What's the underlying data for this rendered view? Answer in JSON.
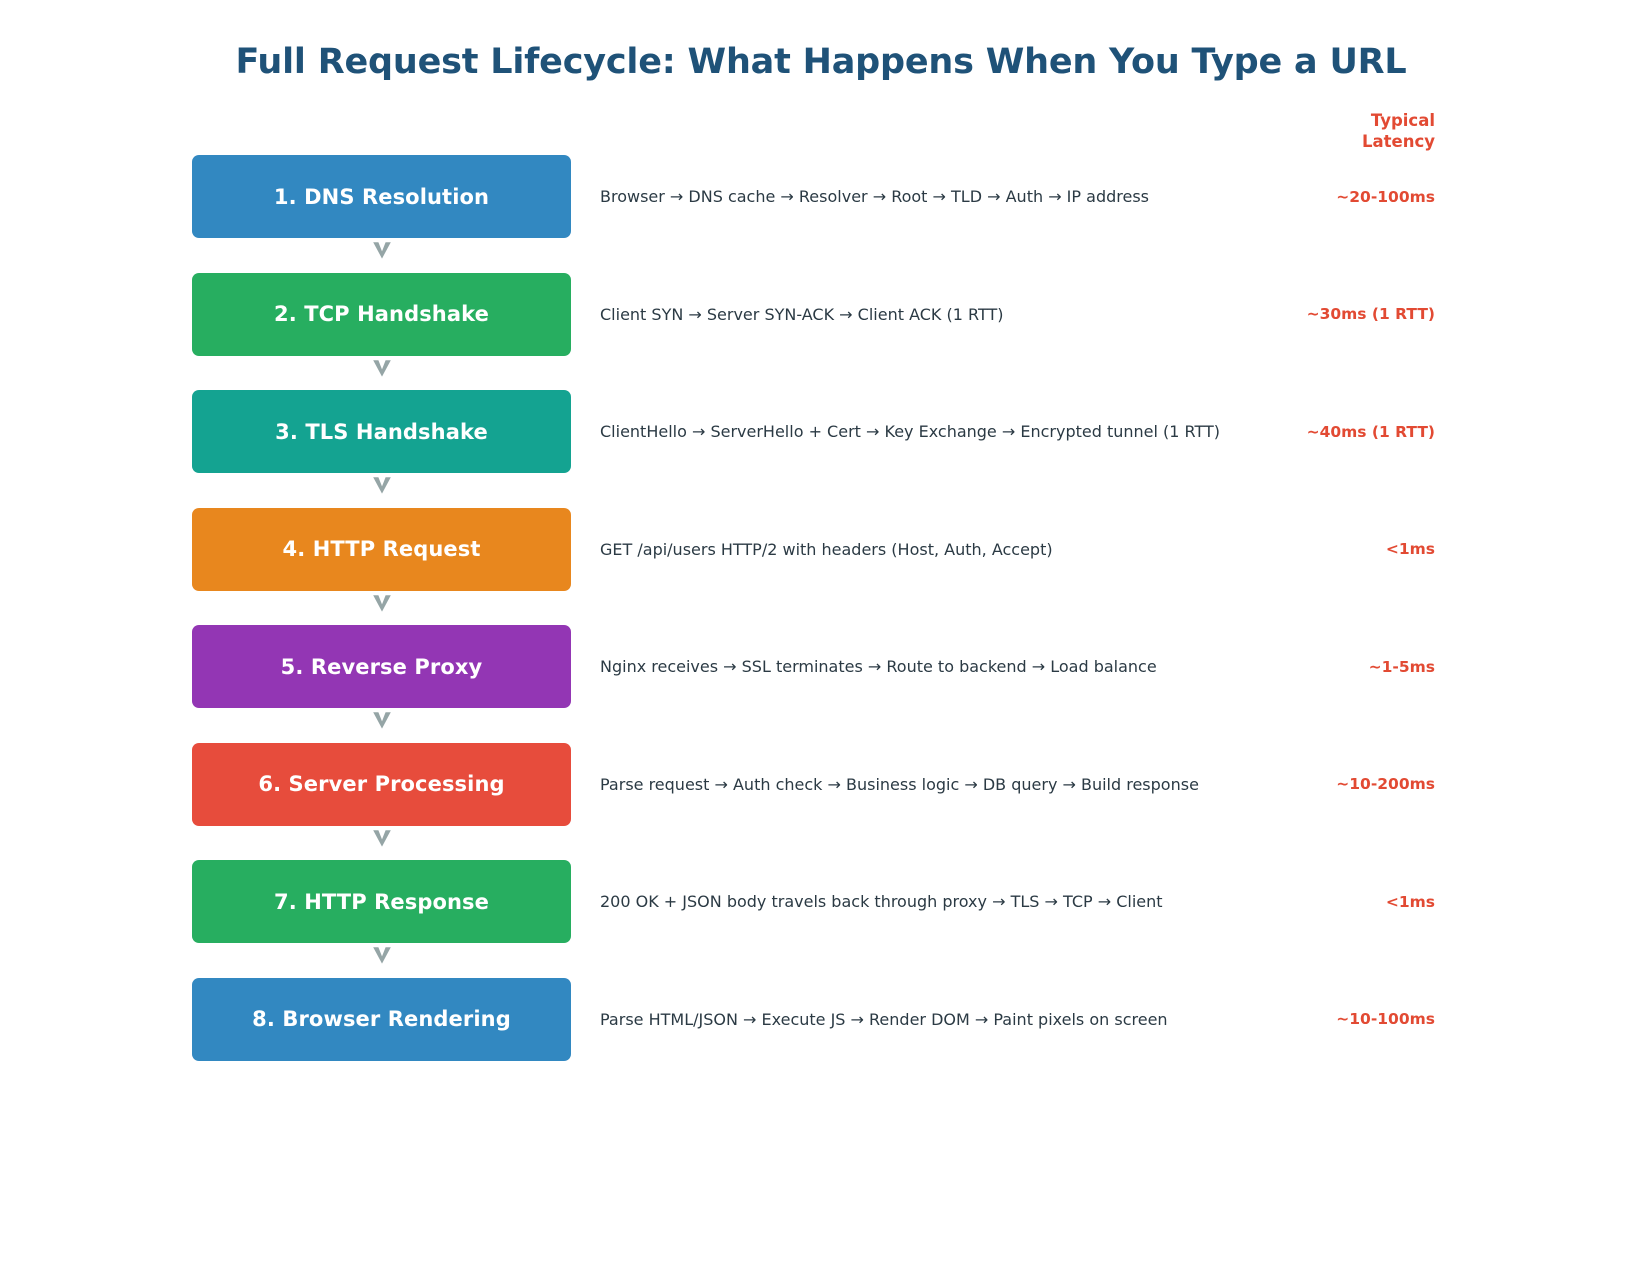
{
  "title": "Full Request Lifecycle: What Happens When You Type a URL",
  "colors": {
    "title": "#1F5278",
    "latency_accent": "#E24A33",
    "description_text": "#2B3A44",
    "arrow": "#95A5A6",
    "background": "#FFFFFF"
  },
  "latency_header": {
    "line1": "Typical",
    "line2": "Latency"
  },
  "stages": [
    {
      "label": "1. DNS Resolution",
      "description": "Browser → DNS cache → Resolver → Root → TLD → Auth → IP address",
      "latency": "~20-100ms",
      "color": "#3288C1"
    },
    {
      "label": "2. TCP Handshake",
      "description": "Client SYN → Server SYN-ACK → Client ACK (1 RTT)",
      "latency": "~30ms (1 RTT)",
      "color": "#27AE60"
    },
    {
      "label": "3. TLS Handshake",
      "description": "ClientHello → ServerHello + Cert → Key Exchange → Encrypted tunnel (1 RTT)",
      "latency": "~40ms (1 RTT)",
      "color": "#14A391"
    },
    {
      "label": "4. HTTP Request",
      "description": "GET /api/users HTTP/2 with headers (Host, Auth, Accept)",
      "latency": "<1ms",
      "color": "#E8871E"
    },
    {
      "label": "5. Reverse Proxy",
      "description": "Nginx receives → SSL terminates → Route to backend → Load balance",
      "latency": "~1-5ms",
      "color": "#9336B4"
    },
    {
      "label": "6. Server Processing",
      "description": "Parse request → Auth check → Business logic → DB query → Build response",
      "latency": "~10-200ms",
      "color": "#E74C3C"
    },
    {
      "label": "7. HTTP Response",
      "description": "200 OK + JSON body travels back through proxy → TLS → TCP → Client",
      "latency": "<1ms",
      "color": "#27AE60"
    },
    {
      "label": "8. Browser Rendering",
      "description": "Parse HTML/JSON → Execute JS → Render DOM → Paint pixels on screen",
      "latency": "~10-100ms",
      "color": "#3288C1"
    }
  ]
}
